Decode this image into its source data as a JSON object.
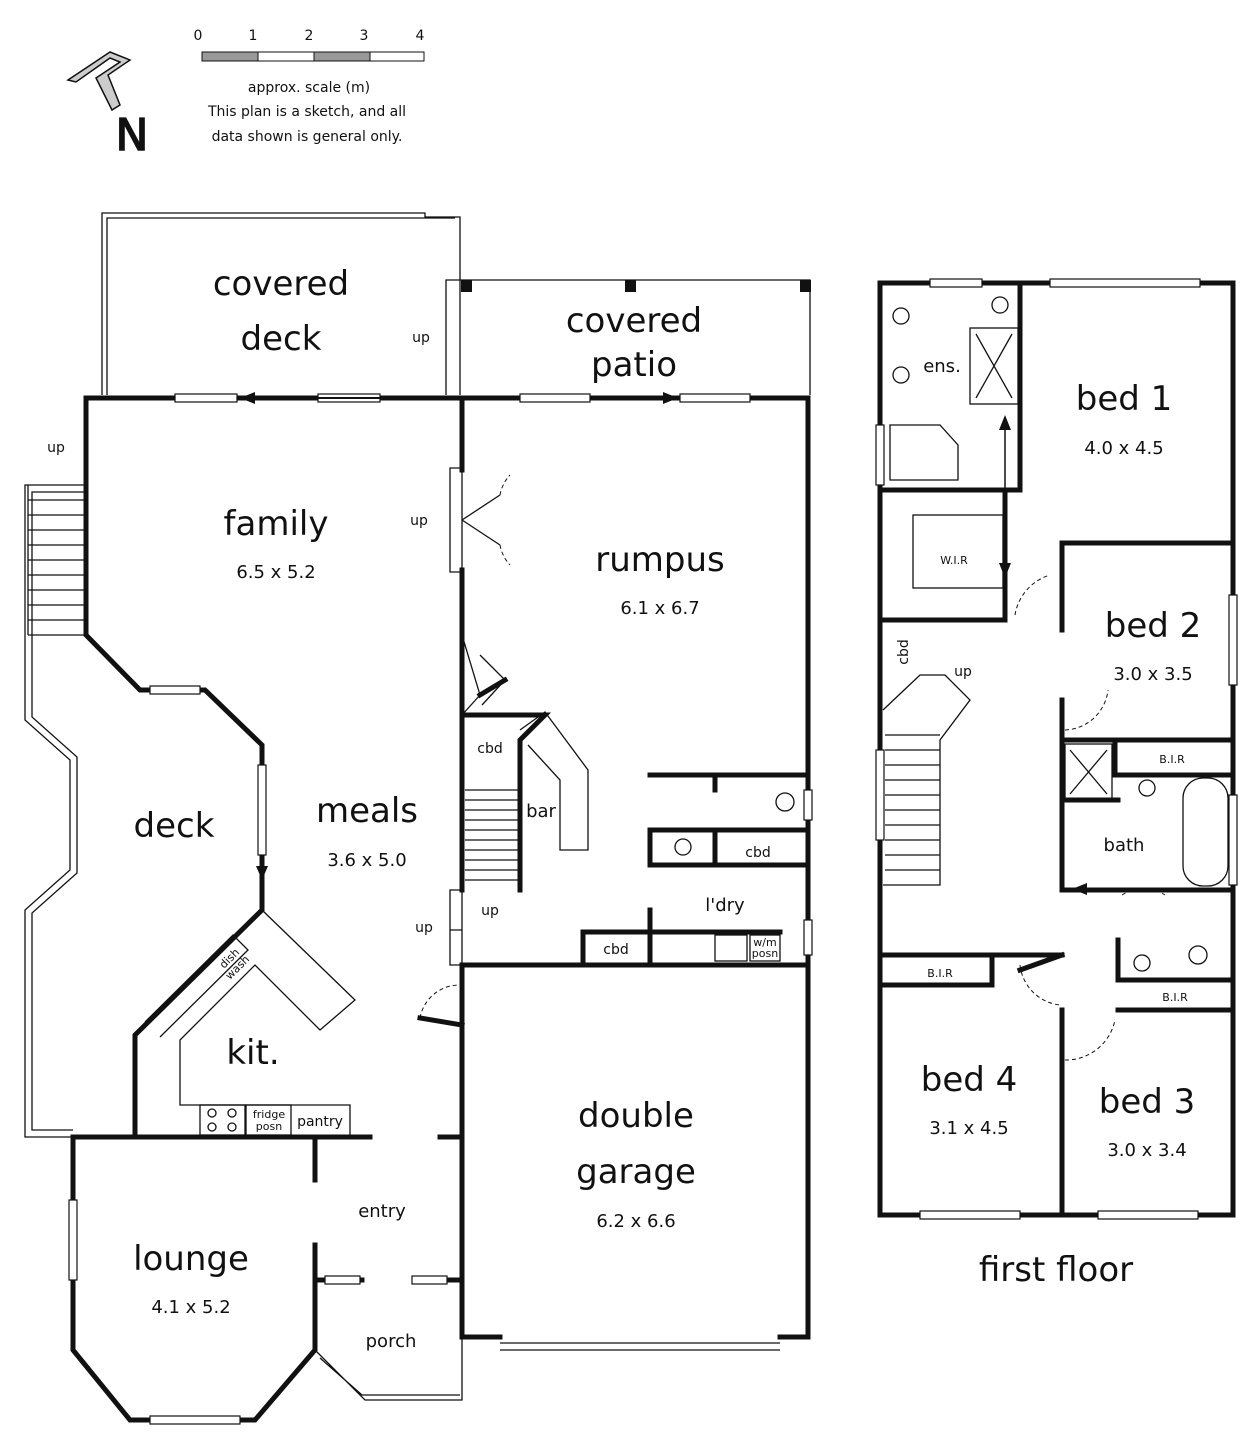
{
  "scale": {
    "ticks": [
      "0",
      "1",
      "2",
      "3",
      "4"
    ],
    "label": "approx. scale (m)",
    "note_line1": "This plan is a sketch, and all",
    "note_line2": "data shown is general only."
  },
  "compass": {
    "letter": "N"
  },
  "ground_floor": {
    "covered_deck": [
      "covered",
      "deck"
    ],
    "covered_patio": [
      "covered",
      "patio"
    ],
    "family": {
      "name": "family",
      "dim": "6.5 x 5.2"
    },
    "rumpus": {
      "name": "rumpus",
      "dim": "6.1 x 6.7"
    },
    "deck": "deck",
    "meals": {
      "name": "meals",
      "dim": "3.6 x 5.0"
    },
    "kit": "kit.",
    "lounge": {
      "name": "lounge",
      "dim": "4.1 x 5.2"
    },
    "entry": "entry",
    "porch": "porch",
    "garage": {
      "name": [
        "double",
        "garage"
      ],
      "dim": "6.2 x 6.6"
    },
    "bar": "bar",
    "laundry": "l'dry",
    "cbd": "cbd",
    "up": "up",
    "dishwash": [
      "dish",
      "wash"
    ],
    "fridge": [
      "fridge",
      "posn"
    ],
    "pantry": "pantry",
    "wm": [
      "w/m",
      "posn"
    ]
  },
  "first_floor": {
    "title": "first floor",
    "bed1": {
      "name": "bed 1",
      "dim": "4.0 x 4.5"
    },
    "bed2": {
      "name": "bed 2",
      "dim": "3.0 x 3.5"
    },
    "bed3": {
      "name": "bed 3",
      "dim": "3.0 x 3.4"
    },
    "bed4": {
      "name": "bed 4",
      "dim": "3.1 x 4.5"
    },
    "ens": "ens.",
    "wir": "W.I.R",
    "bir": "B.I.R",
    "bath": "bath",
    "cbd": "cbd",
    "up": "up"
  }
}
